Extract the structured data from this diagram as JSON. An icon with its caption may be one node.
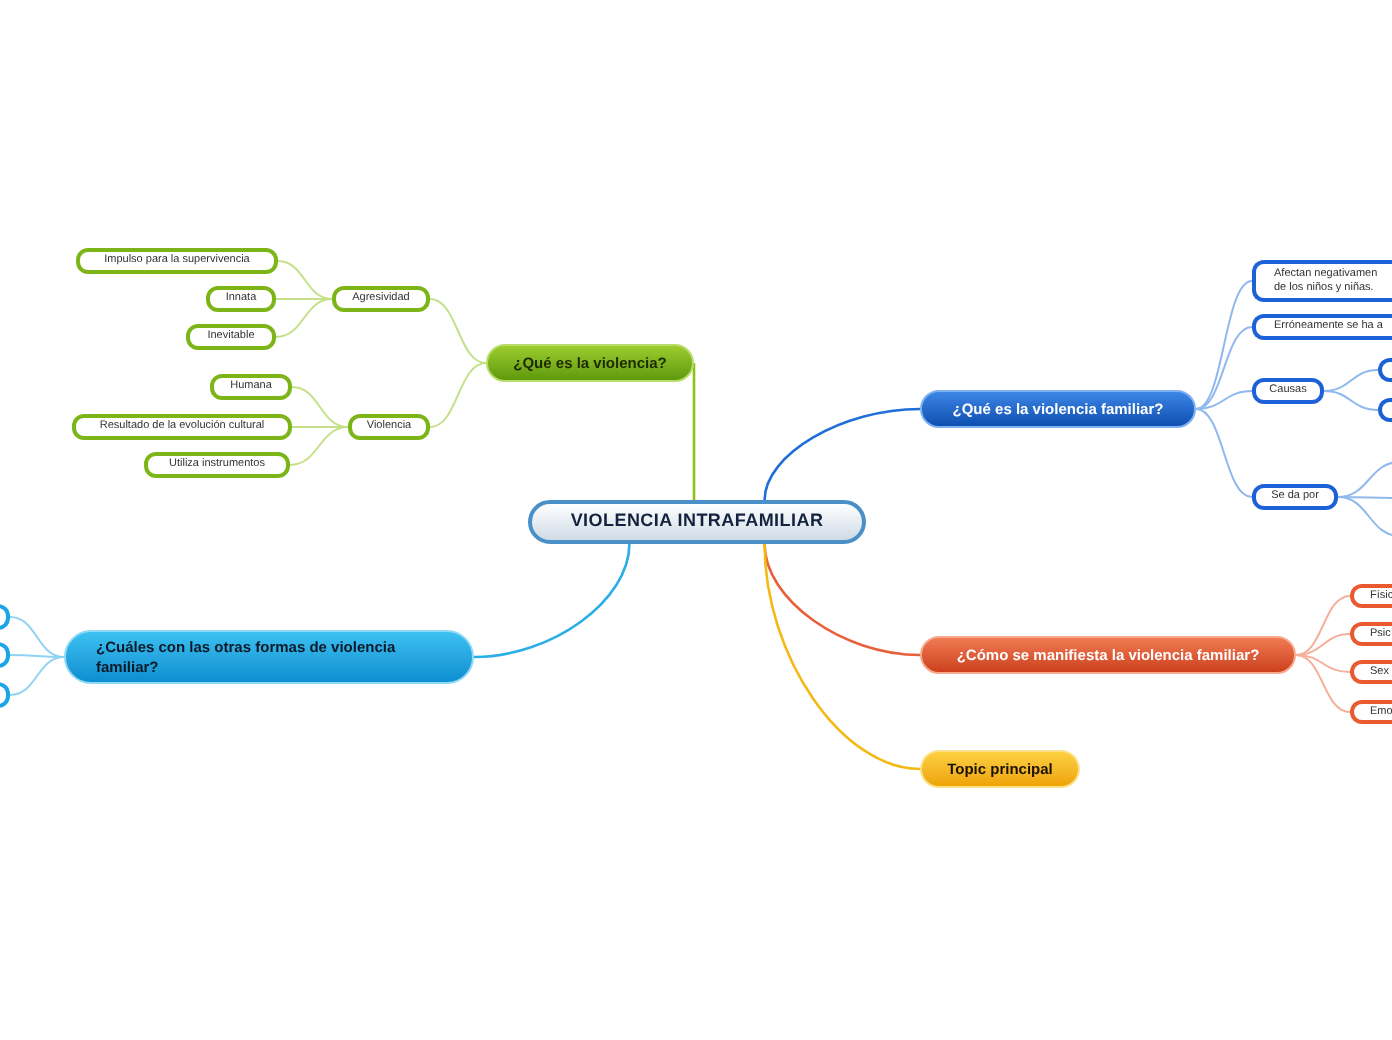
{
  "diagram": {
    "nodes": [
      {
        "text": [
          "VIOLENCIA INTRAFAMILIAR"
        ]
      },
      {
        "text": [
          "¿Qué es la violencia?"
        ]
      },
      {
        "text": [
          "Agresividad"
        ]
      },
      {
        "text": [
          "Impulso para la supervivencia"
        ]
      },
      {
        "text": [
          "Innata"
        ]
      },
      {
        "text": [
          "Inevitable"
        ]
      },
      {
        "text": [
          "Violencia"
        ]
      },
      {
        "text": [
          "Humana"
        ]
      },
      {
        "text": [
          "Resultado de la evolución cultural"
        ]
      },
      {
        "text": [
          "Utiliza instrumentos"
        ]
      },
      {
        "text": [
          "¿Qué es la violencia familiar?"
        ]
      },
      {
        "text": [
          "Afectan negativamen de los niños y niñas."
        ]
      },
      {
        "text": [
          "Erróneamente se ha a"
        ]
      },
      {
        "text": [
          "Causas"
        ]
      },
      {
        "text": [],
        "shape": "box"
      },
      {
        "text": [],
        "shape": "box"
      },
      {
        "text": [
          "Se da por"
        ]
      },
      {
        "text": [
          "¿Cómo se manifiesta la violencia familiar?"
        ]
      },
      {
        "text": [
          "Físic"
        ]
      },
      {
        "text": [
          "Psic"
        ]
      },
      {
        "text": [
          "Sex"
        ]
      },
      {
        "text": [
          "Emo"
        ]
      },
      {
        "text": [
          "Topic principal"
        ]
      },
      {
        "text": [
          "¿Cuáles con las otras formas de violencia familiar?"
        ]
      },
      {
        "text": [],
        "shape": "box"
      },
      {
        "text": [],
        "shape": "box"
      },
      {
        "text": [],
        "shape": "box"
      }
    ],
    "edges": [
      {
        "from": 0,
        "to": 1,
        "arrow": "none",
        "color": "#8cc21a"
      },
      {
        "from": 1,
        "to": 2,
        "arrow": "none",
        "color": "#c6e08a"
      },
      {
        "from": 1,
        "to": 6,
        "arrow": "none",
        "color": "#c6e08a"
      },
      {
        "from": 2,
        "to": 3,
        "arrow": "none",
        "color": "#c6e08a"
      },
      {
        "from": 2,
        "to": 4,
        "arrow": "none",
        "color": "#c6e08a"
      },
      {
        "from": 2,
        "to": 5,
        "arrow": "none",
        "color": "#c6e08a"
      },
      {
        "from": 6,
        "to": 7,
        "arrow": "none",
        "color": "#c6e08a"
      },
      {
        "from": 6,
        "to": 8,
        "arrow": "none",
        "color": "#c6e08a"
      },
      {
        "from": 6,
        "to": 9,
        "arrow": "none",
        "color": "#c6e08a"
      },
      {
        "from": 0,
        "to": 10,
        "arrow": "none",
        "color": "#1f6fd8"
      },
      {
        "from": 10,
        "to": 11,
        "arrow": "none",
        "color": "#8fb8ee"
      },
      {
        "from": 10,
        "to": 12,
        "arrow": "none",
        "color": "#8fb8ee"
      },
      {
        "from": 10,
        "to": 13,
        "arrow": "none",
        "color": "#8fb8ee"
      },
      {
        "from": 10,
        "to": 16,
        "arrow": "none",
        "color": "#8fb8ee"
      },
      {
        "from": 13,
        "to": 14,
        "arrow": "none",
        "color": "#8fb8ee"
      },
      {
        "from": 13,
        "to": 15,
        "arrow": "none",
        "color": "#8fb8ee"
      },
      {
        "from": 16,
        "to": null,
        "arrow": "none",
        "color": "#8fb8ee"
      },
      {
        "from": 16,
        "to": null,
        "arrow": "none",
        "color": "#8fb8ee"
      },
      {
        "from": 16,
        "to": null,
        "arrow": "none",
        "color": "#8fb8ee"
      },
      {
        "from": 0,
        "to": 17,
        "arrow": "none",
        "color": "#e8603a"
      },
      {
        "from": 17,
        "to": 18,
        "arrow": "none",
        "color": "#f5b09a"
      },
      {
        "from": 17,
        "to": 19,
        "arrow": "none",
        "color": "#f5b09a"
      },
      {
        "from": 17,
        "to": 20,
        "arrow": "none",
        "color": "#f5b09a"
      },
      {
        "from": 17,
        "to": 21,
        "arrow": "none",
        "color": "#f5b09a"
      },
      {
        "from": 0,
        "to": 22,
        "arrow": "none",
        "color": "#f5b915"
      },
      {
        "from": 0,
        "to": 23,
        "arrow": "none",
        "color": "#2aaee8"
      },
      {
        "from": 23,
        "to": 24,
        "arrow": "none",
        "color": "#8fd3f2"
      },
      {
        "from": 23,
        "to": 25,
        "arrow": "none",
        "color": "#8fd3f2"
      },
      {
        "from": 23,
        "to": 26,
        "arrow": "none",
        "color": "#8fd3f2"
      }
    ]
  }
}
